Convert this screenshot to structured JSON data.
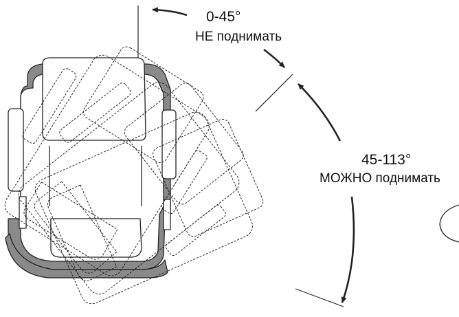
{
  "labels": {
    "range_top_angle": "0-45°",
    "range_top_note": "НЕ поднимать",
    "range_right_angle": "45-113°",
    "range_right_note": "МОЖНО поднимать"
  },
  "colors": {
    "line": "#222222",
    "seat_shell": "#8a8a8a",
    "background": "#ffffff"
  }
}
